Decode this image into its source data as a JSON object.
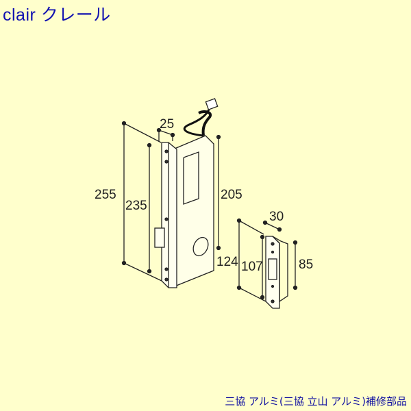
{
  "header": {
    "title": "clair クレール"
  },
  "footer": {
    "text": "三協 アルミ(三協 立山 アルミ)補修部品"
  },
  "diagram": {
    "subject": "mortise lock with wiring connector and strike plate",
    "lock_dimensions": {
      "width": "25",
      "total_height": "255",
      "faceplate_hole_pitch": "235",
      "body_height": "205"
    },
    "strike_dimensions": {
      "depth": "124",
      "height": "107",
      "width": "30",
      "box_height": "85"
    }
  },
  "colors": {
    "background": "#FFFFCC",
    "title": "#1010B0",
    "line": "#222222"
  }
}
